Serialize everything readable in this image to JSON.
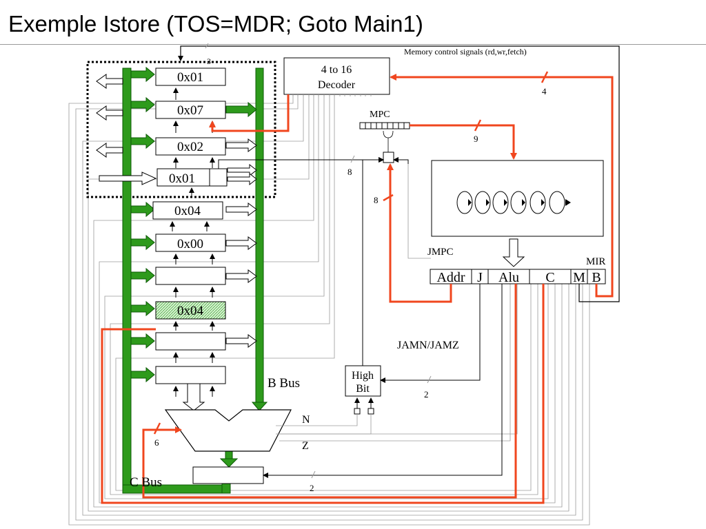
{
  "title": "Exemple Istore (TOS=MDR; Goto Main1)",
  "registers": [
    "0x01",
    "0x07",
    "0x02",
    "0x01",
    "0x04",
    "0x00",
    "",
    "0x04",
    "",
    ""
  ],
  "highlighted_register": 7,
  "decoder": {
    "line1": "4 to 16",
    "line2": "Decoder"
  },
  "labels": {
    "memory_control": "Memory control signals (rd,wr,fetch)",
    "mpc": "MPC",
    "jmpc": "JMPC",
    "mir": "MIR",
    "jamn_jamz": "JAMN/JAMZ",
    "high_bit_1": "High",
    "high_bit_2": "Bit",
    "b_bus": "B Bus",
    "c_bus": "C Bus",
    "n": "N",
    "z": "Z"
  },
  "mir_fields": [
    "Addr",
    "J",
    "Alu",
    "C",
    "M",
    "B"
  ],
  "bus_widths": {
    "w3": "3",
    "w4": "4",
    "w9": "9",
    "w8a": "8",
    "w8b": "8",
    "w6": "6",
    "w2a": "2",
    "w2b": "2"
  },
  "colors": {
    "bus_green": "#2e9a1c",
    "bus_green_dark": "#0c5a06",
    "control_red": "#f0461e",
    "highlight_fill": "#c8efc0"
  }
}
